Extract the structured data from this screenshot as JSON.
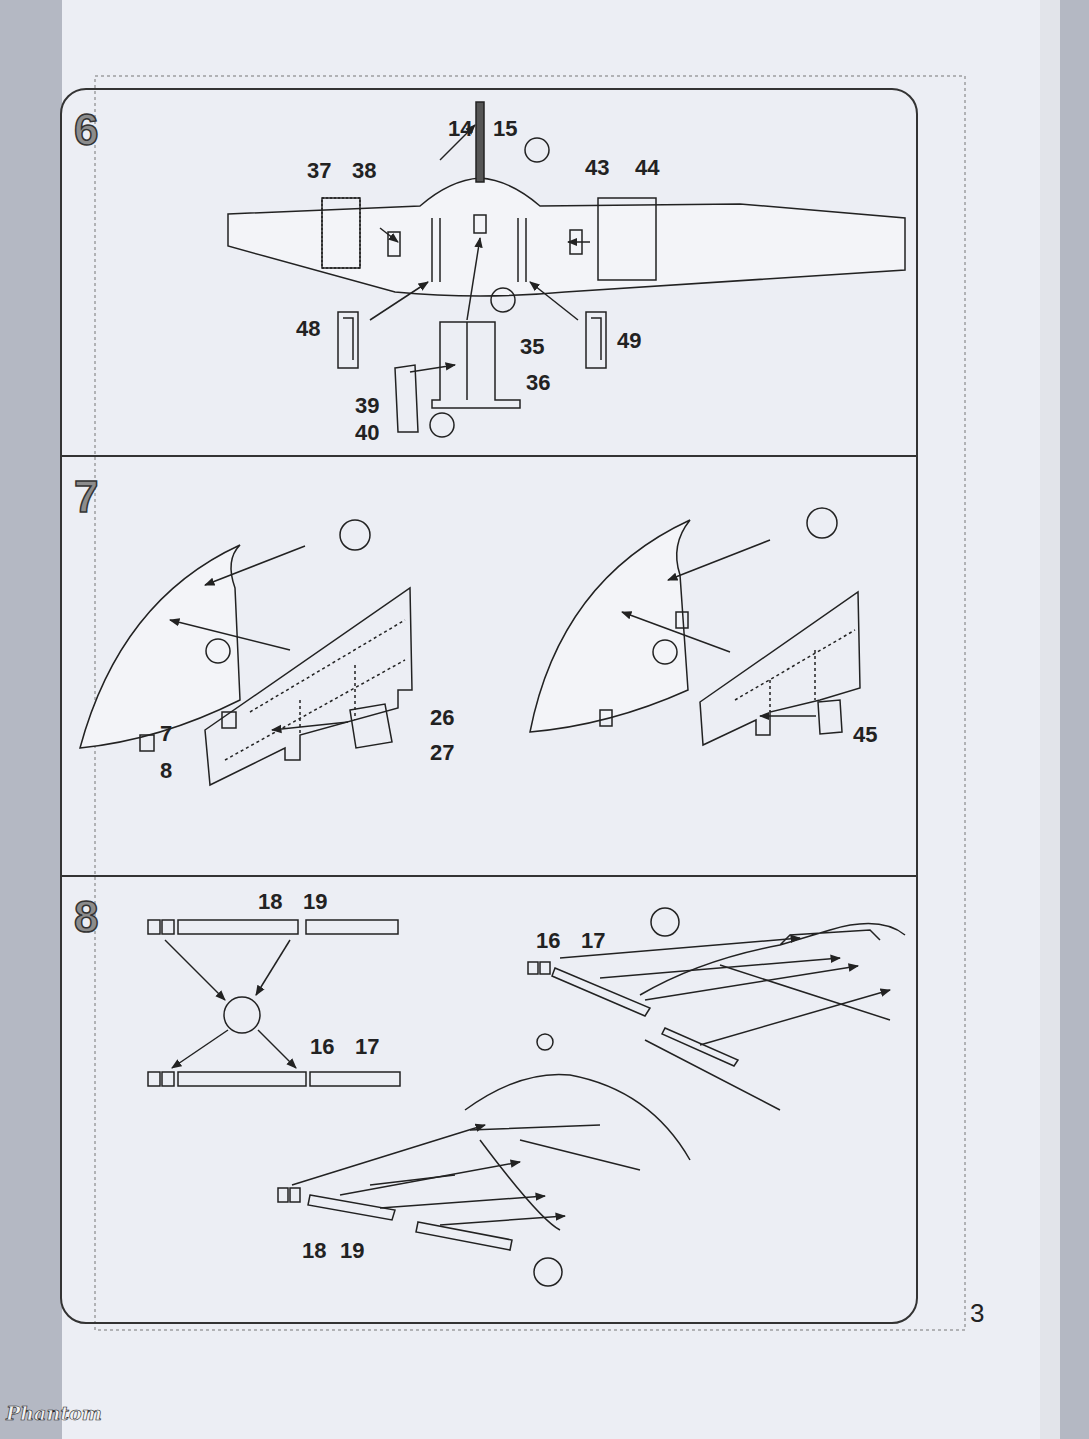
{
  "diagram": {
    "nodes": [
      {
        "text": [
          "6"
        ]
      },
      {
        "text": [
          "7"
        ]
      },
      {
        "text": [
          "8"
        ]
      }
    ],
    "labels": [
      "14",
      "15",
      "37",
      "38",
      "43",
      "44",
      "48",
      "35",
      "36",
      "49",
      "39",
      "40",
      "7",
      "8",
      "26",
      "27",
      "45",
      "18",
      "19",
      "16",
      "17",
      "16",
      "17",
      "18",
      "19",
      "3",
      "Phantom"
    ]
  }
}
